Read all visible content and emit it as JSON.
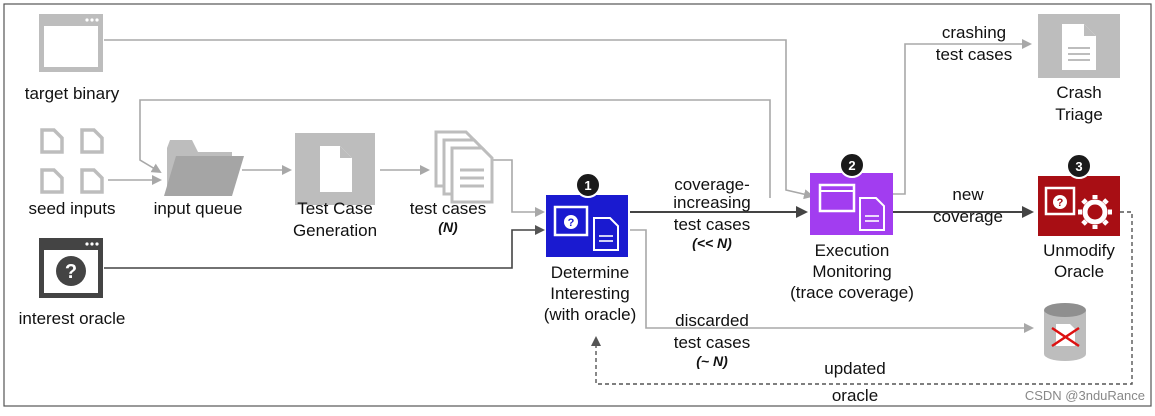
{
  "inputs": {
    "target_binary": "target binary",
    "seed_inputs": "seed inputs",
    "interest_oracle": "interest oracle"
  },
  "stages": {
    "input_queue": "input queue",
    "test_case_generation_line1": "Test Case",
    "test_case_generation_line2": "Generation",
    "test_cases": "test cases",
    "test_cases_count": "(N)",
    "determine_line1": "Determine",
    "determine_line2": "Interesting",
    "determine_line3": "(with oracle)",
    "execution_line1": "Execution",
    "execution_line2": "Monitoring",
    "execution_line3": "(trace coverage)",
    "crash_line1": "Crash",
    "crash_line2": "Triage",
    "unmodify_line1": "Unmodify",
    "unmodify_line2": "Oracle"
  },
  "edges": {
    "coverage_line1": "coverage-",
    "coverage_line2": "increasing",
    "coverage_line3": "test cases",
    "coverage_count": "(<< N)",
    "crashing_line1": "crashing",
    "crashing_line2": "test cases",
    "new_coverage_line1": "new",
    "new_coverage_line2": "coverage",
    "discarded_line1": "discarded",
    "discarded_line2": "test cases",
    "discarded_count": "(~ N)",
    "updated_line1": "updated",
    "updated_line2": "oracle"
  },
  "badges": {
    "step1": "1",
    "step2": "2",
    "step3": "3"
  },
  "watermark": "CSDN @3nduRance",
  "colors": {
    "gray_icon": "#bdbdbd",
    "line_gray": "#a8a8a8",
    "dark_line": "#444444",
    "determine_blue": "#1a1ad0",
    "execution_purple": "#a23df0",
    "unmodify_red": "#a80e14",
    "badge_black": "#1a1a1a"
  },
  "icons": {
    "target_binary": "window-icon",
    "seed_inputs": "document-icon",
    "input_queue": "folder-icon",
    "test_case_generation": "document-icon",
    "test_cases": "stacked-documents-icon",
    "interest_oracle": "question-window-icon",
    "determine": "question-window-document-icon",
    "execution": "window-document-icon",
    "crash_triage": "document-icon",
    "unmodify": "question-gear-icon",
    "discard": "database-trash-icon"
  }
}
